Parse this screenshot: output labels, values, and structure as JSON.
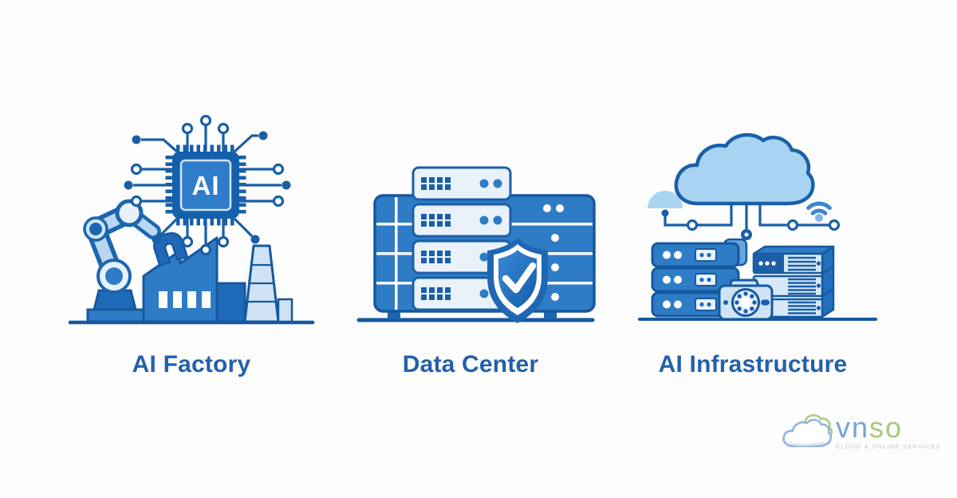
{
  "page": {
    "background_color": "#fdfdfd"
  },
  "sections": [
    {
      "id": "ai-factory",
      "label": "AI Factory"
    },
    {
      "id": "data-center",
      "label": "Data Center"
    },
    {
      "id": "ai-infrastructure",
      "label": "AI Infrastructure"
    }
  ],
  "chip": {
    "label": "AI"
  },
  "logo": {
    "brand_blue": "vn",
    "brand_green": "so",
    "tagline": "CLOUD & ONLINE SERVICES"
  },
  "icons": {
    "ai_factory": [
      "ai-chip-icon",
      "robot-arm-icon",
      "factory-icon"
    ],
    "data_center": [
      "server-rack-icon",
      "security-shield-check-icon"
    ],
    "ai_infrastructure": [
      "cloud-icon",
      "wifi-icon",
      "dome-node-icon",
      "circuit-node-lines",
      "server-stack-left-icon",
      "server-stack-right-icon",
      "camera-device-icon"
    ],
    "logo": [
      "double-cloud-icon"
    ]
  },
  "colors": {
    "caption_text": "#2360ab",
    "outline_dark_blue": "#15589e",
    "line_blue": "#1a5fa8",
    "medium_blue": "#2e7cc6",
    "light_blue": "#a8d4f2",
    "pale_blue_panel": "#e9f1fa",
    "logo_blue": "#74a3d7",
    "logo_green": "#a5c878",
    "tagline_gray": "#c6c6c8"
  }
}
